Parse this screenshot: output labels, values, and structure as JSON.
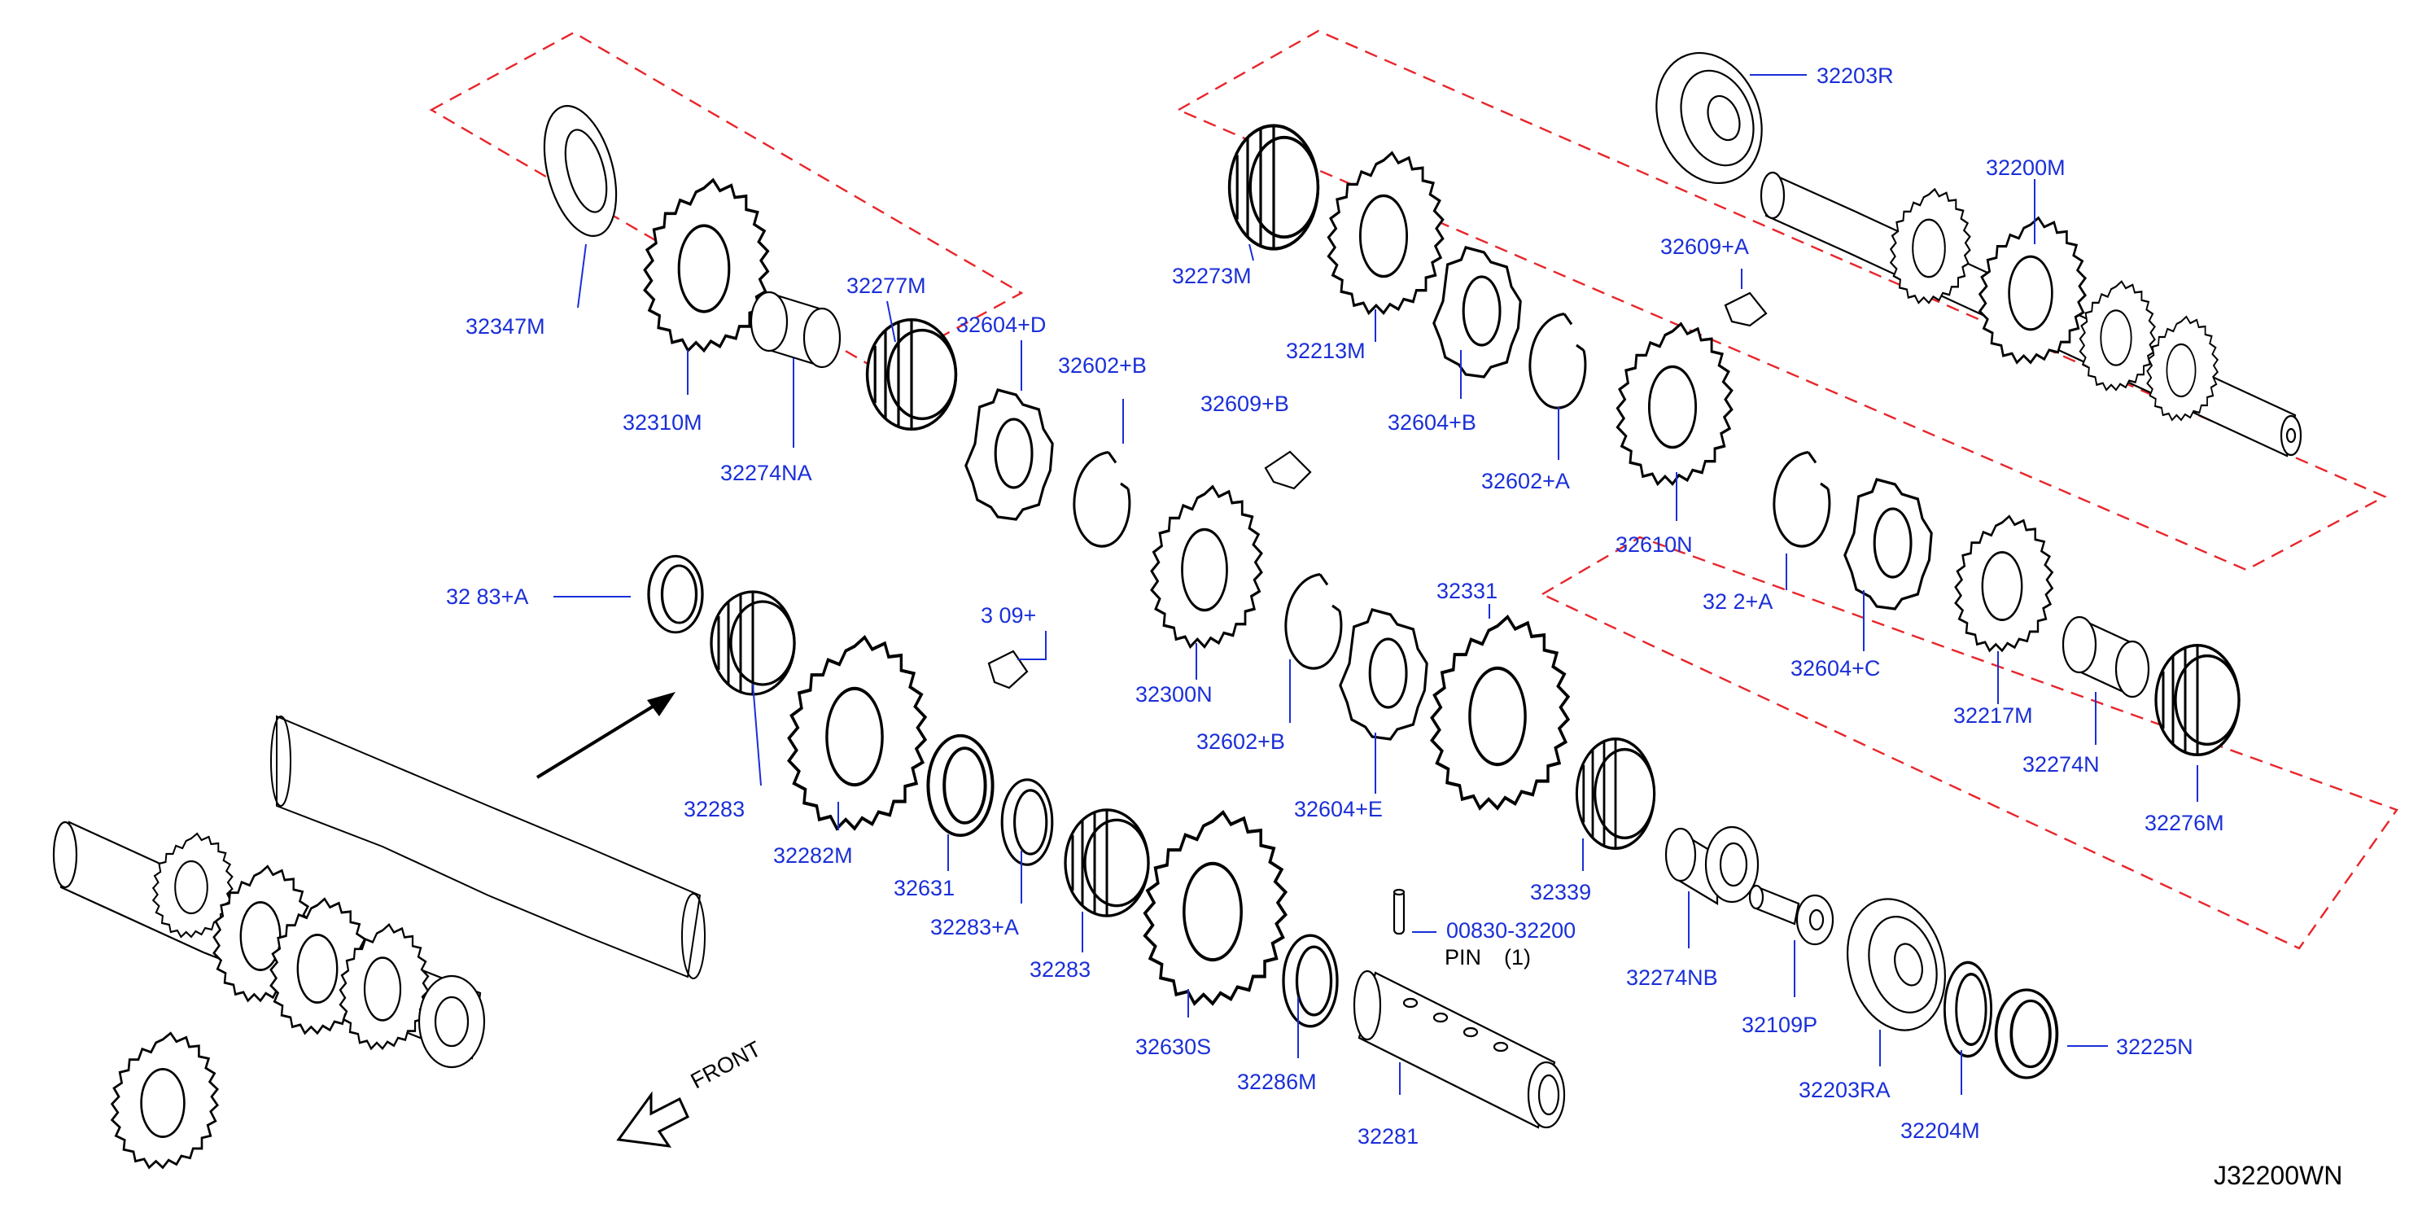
{
  "diagram": {
    "reference_code": "J32200WN",
    "front_label": "FRONT",
    "pin": {
      "part_number": "00830-32200",
      "name": "PIN",
      "qty": "(1)"
    },
    "labels": [
      {
        "id": "32347M",
        "text": "32347M"
      },
      {
        "id": "32310M",
        "text": "32310M"
      },
      {
        "id": "32277M",
        "text": "32277M"
      },
      {
        "id": "32274NA",
        "text": "32274NA"
      },
      {
        "id": "32604D",
        "text": "32604+D"
      },
      {
        "id": "32602B_top",
        "text": "32602+B"
      },
      {
        "id": "32273M",
        "text": "32273M"
      },
      {
        "id": "32213M",
        "text": "32213M"
      },
      {
        "id": "32609B",
        "text": "32609+B"
      },
      {
        "id": "32604B",
        "text": "32604+B"
      },
      {
        "id": "32602A",
        "text": "32602+A"
      },
      {
        "id": "32610N",
        "text": "32610N"
      },
      {
        "id": "32609A",
        "text": "32609+A"
      },
      {
        "id": "32203R",
        "text": "32203R"
      },
      {
        "id": "32200M",
        "text": "32200M"
      },
      {
        "id": "32283A_top",
        "text": "32 83+A"
      },
      {
        "id": "32609_mid",
        "text": "3 09+"
      },
      {
        "id": "32300N",
        "text": "32300N"
      },
      {
        "id": "32331",
        "text": "32331"
      },
      {
        "id": "32602B_mid",
        "text": "32602+B"
      },
      {
        "id": "32604E",
        "text": "32604+E"
      },
      {
        "id": "32602_right",
        "text": "32 2+A"
      },
      {
        "id": "32604C",
        "text": "32604+C"
      },
      {
        "id": "32217M",
        "text": "32217M"
      },
      {
        "id": "32274N",
        "text": "32274N"
      },
      {
        "id": "32276M",
        "text": "32276M"
      },
      {
        "id": "32283_left",
        "text": "32283"
      },
      {
        "id": "32282M",
        "text": "32282M"
      },
      {
        "id": "32631",
        "text": "32631"
      },
      {
        "id": "32283A_low",
        "text": "32283+A"
      },
      {
        "id": "32283_low",
        "text": "32283"
      },
      {
        "id": "32630S",
        "text": "32630S"
      },
      {
        "id": "32286M",
        "text": "32286M"
      },
      {
        "id": "32281",
        "text": "32281"
      },
      {
        "id": "32339",
        "text": "32339"
      },
      {
        "id": "32274NB",
        "text": "32274NB"
      },
      {
        "id": "32109P",
        "text": "32109P"
      },
      {
        "id": "32203RA",
        "text": "32203RA"
      },
      {
        "id": "32204M",
        "text": "32204M"
      },
      {
        "id": "32225N",
        "text": "32225N"
      }
    ]
  },
  "colors": {
    "label": "#1a2fd8",
    "outline": "#000000",
    "phantom": "#e8252a"
  }
}
